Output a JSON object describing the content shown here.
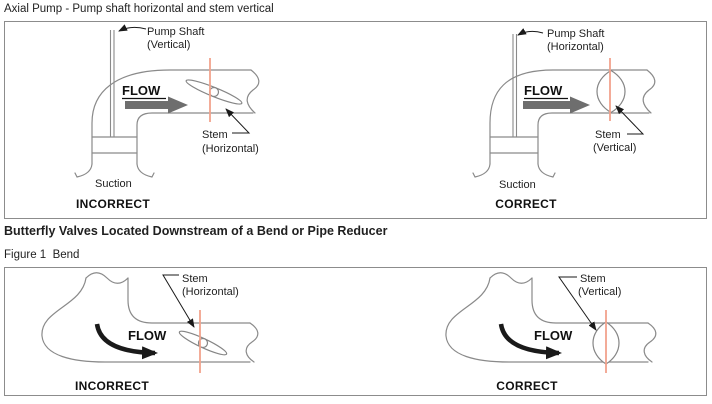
{
  "document": {
    "background": "#ffffff"
  },
  "colors": {
    "pipe_outline": "#8a8a8a",
    "stem_axis_line": "#f2a28c",
    "text": "#1f1f1f",
    "flow_arrow_top": "#6e6e6e",
    "flow_arrow_bottom": "#1a1a1a",
    "panel_border": "#8c8c8c"
  },
  "sections": {
    "axial_pump": {
      "title": "Axial Pump - Pump shaft horizontal and stem vertical",
      "incorrect": {
        "pump_shaft_line1": "Pump Shaft",
        "pump_shaft_line2": "(Vertical)",
        "flow": "FLOW",
        "stem_line1": "Stem",
        "stem_line2": "(Horizontal)",
        "suction": "Suction",
        "verdict": "INCORRECT"
      },
      "correct": {
        "pump_shaft_line1": "Pump Shaft",
        "pump_shaft_line2": "(Horizontal)",
        "flow": "FLOW",
        "stem_line1": "Stem",
        "stem_line2": "(Vertical)",
        "suction": "Suction",
        "verdict": "CORRECT"
      }
    },
    "butterfly": {
      "heading": "Butterfly Valves Located Downstream of a Bend or Pipe Reducer",
      "figure_caption": "Figure 1  Bend",
      "incorrect": {
        "flow": "FLOW",
        "stem_line1": "Stem",
        "stem_line2": "(Horizontal)",
        "verdict": "INCORRECT"
      },
      "correct": {
        "flow": "FLOW",
        "stem_line1": "Stem",
        "stem_line2": "(Vertical)",
        "verdict": "CORRECT"
      }
    }
  }
}
